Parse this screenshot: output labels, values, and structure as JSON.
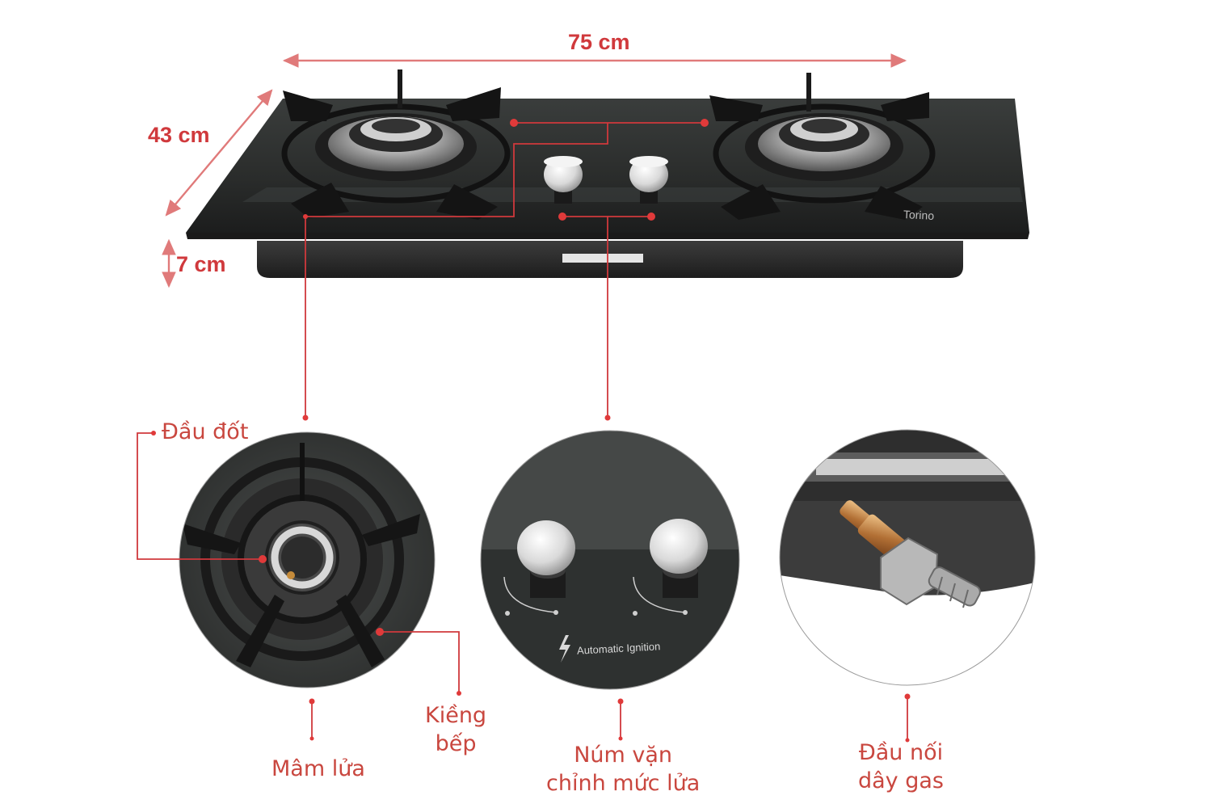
{
  "dimensions": {
    "width": "75 cm",
    "depth": "43 cm",
    "height": "7 cm"
  },
  "callouts": {
    "burner_head": "Đầu đốt",
    "burner_cap": "Mâm lửa",
    "glass_line1": "Kiềng",
    "glass_line2": "bếp",
    "knob_line1": "Núm vặn",
    "knob_line2": "chỉnh mức lửa",
    "gas_line1": "Đầu nối",
    "gas_line2": "dây gas"
  },
  "panel_text": {
    "brand": "Torino",
    "ignition": "Automatic Ignition"
  },
  "colors": {
    "accent_red": "#d0393c",
    "glass": "#2f3231",
    "steel": "#c8c8c8"
  },
  "icons": [
    "lightning-icon",
    "flame-icon"
  ]
}
